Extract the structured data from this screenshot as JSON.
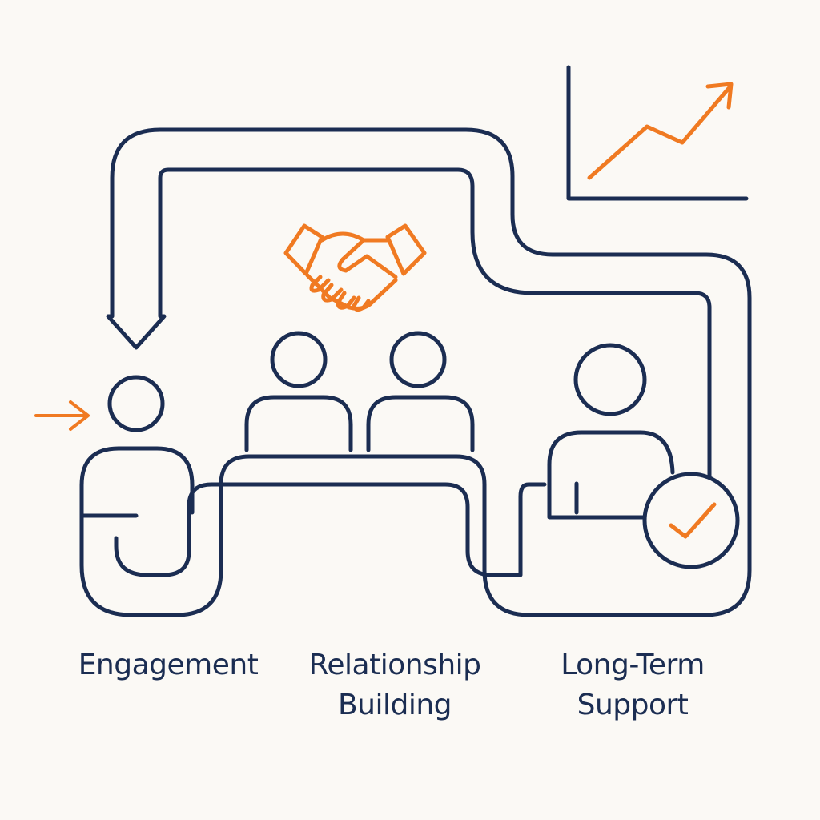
{
  "colors": {
    "background": "#fbf9f5",
    "primary": "#1b2d52",
    "accent": "#f07a22"
  },
  "icons": {
    "handshake": "handshake-icon",
    "growth": "growth-chart-icon",
    "check": "check-circle-icon",
    "entry": "entry-arrow-icon"
  },
  "stages": {
    "engagement": "Engagement",
    "relationship": {
      "line1": "Relationship",
      "line2": "Building"
    },
    "longterm": {
      "line1": "Long-Term",
      "line2": "Support"
    }
  }
}
